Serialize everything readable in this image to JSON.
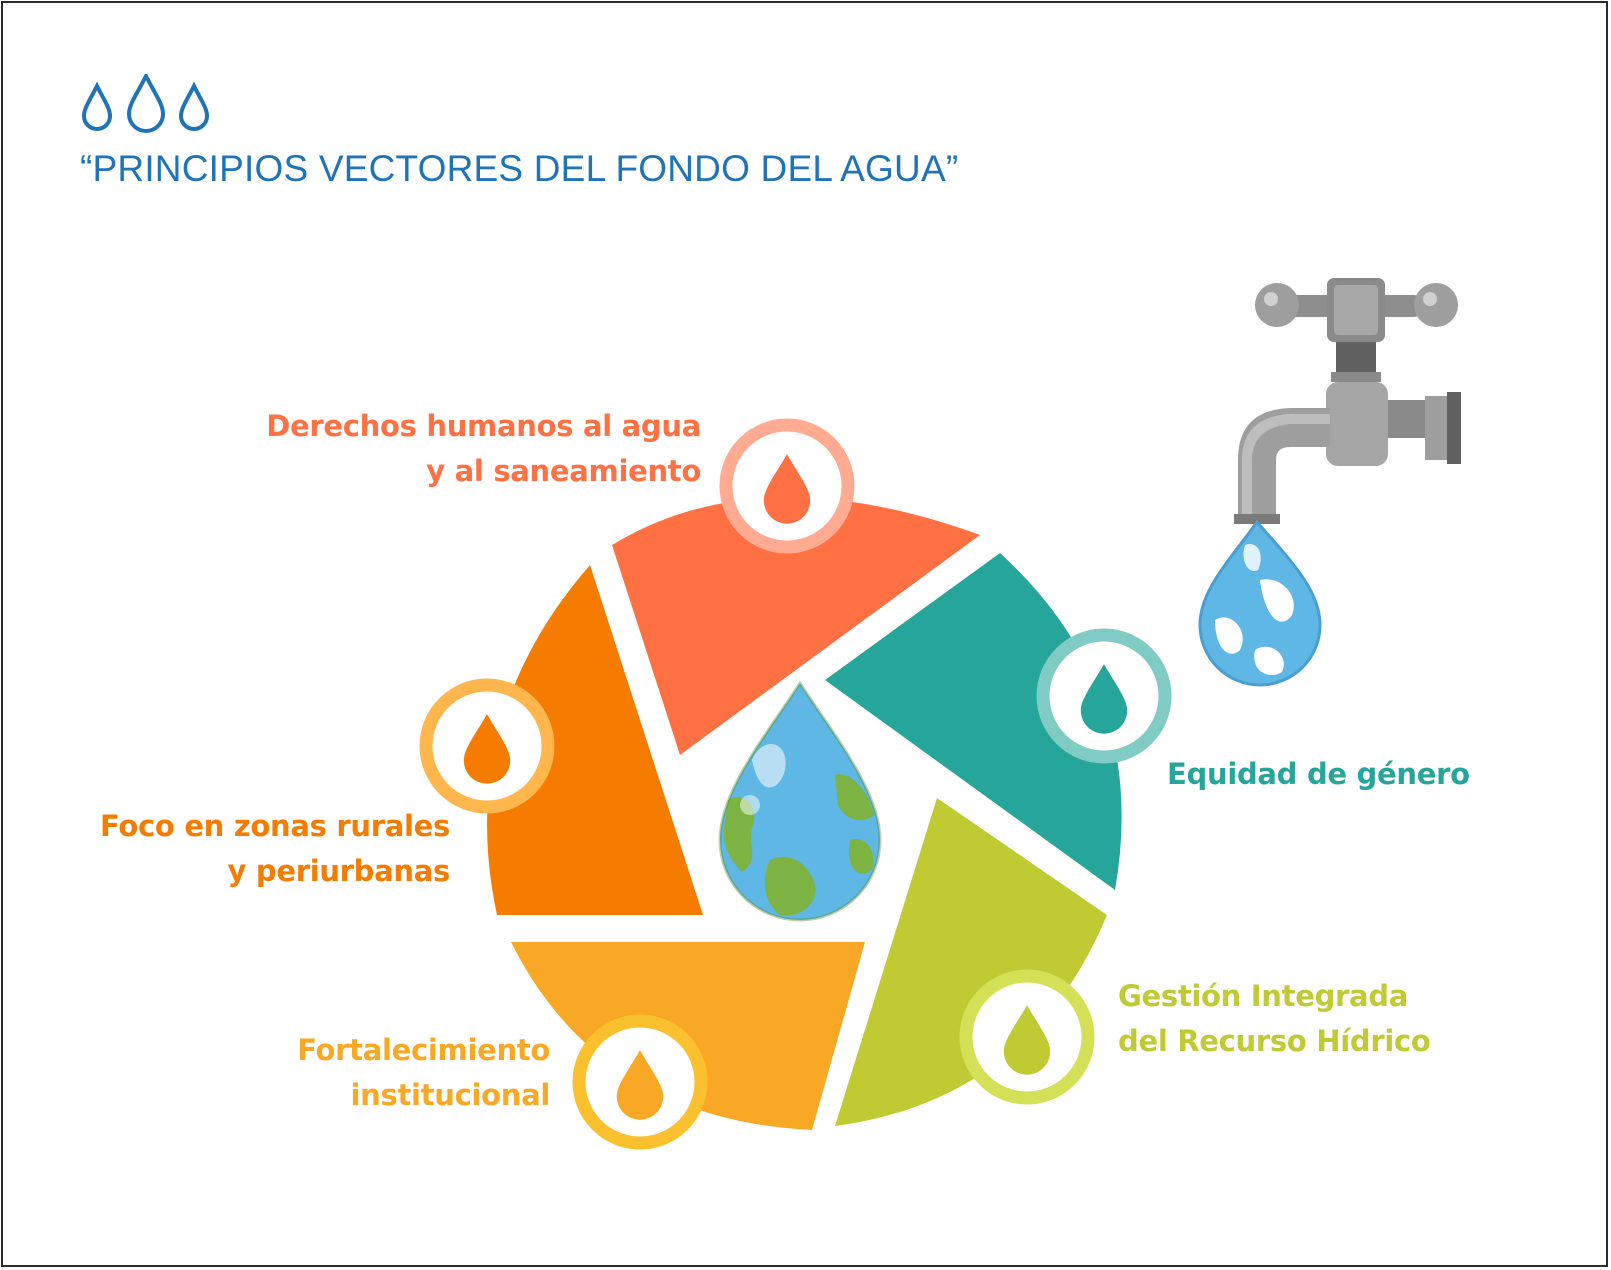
{
  "title": "“PRINCIPIOS VECTORES DEL FONDO DEL AGUA”",
  "colors": {
    "title": "#1f73b7",
    "derechos": "#ff7043",
    "derechos_ring": "#ffab91",
    "equidad": "#26a69a",
    "equidad_ring": "#80cbc4",
    "gestion": "#c0ca33",
    "gestion_ring": "#d4e157",
    "fortalecimiento": "#f9a825",
    "fortalecimiento_ring": "#fbc02d",
    "foco": "#f57c00",
    "foco_ring": "#ffb74d"
  },
  "principles": [
    {
      "id": "derechos",
      "line1": "Derechos humanos al agua",
      "line2": "y al saneamiento"
    },
    {
      "id": "equidad",
      "line1": "Equidad de género",
      "line2": ""
    },
    {
      "id": "gestion",
      "line1": "Gestión Integrada",
      "line2": "del Recurso Hídrico"
    },
    {
      "id": "fortalecimiento",
      "line1": "Fortalecimiento",
      "line2": "institucional"
    },
    {
      "id": "foco",
      "line1": "Foco en zonas rurales",
      "line2": "y periurbanas"
    }
  ],
  "icons": {
    "header": "water-drops-icon",
    "center": "earth-drop-icon",
    "faucet": "faucet-icon",
    "segment": "water-drop-icon"
  }
}
